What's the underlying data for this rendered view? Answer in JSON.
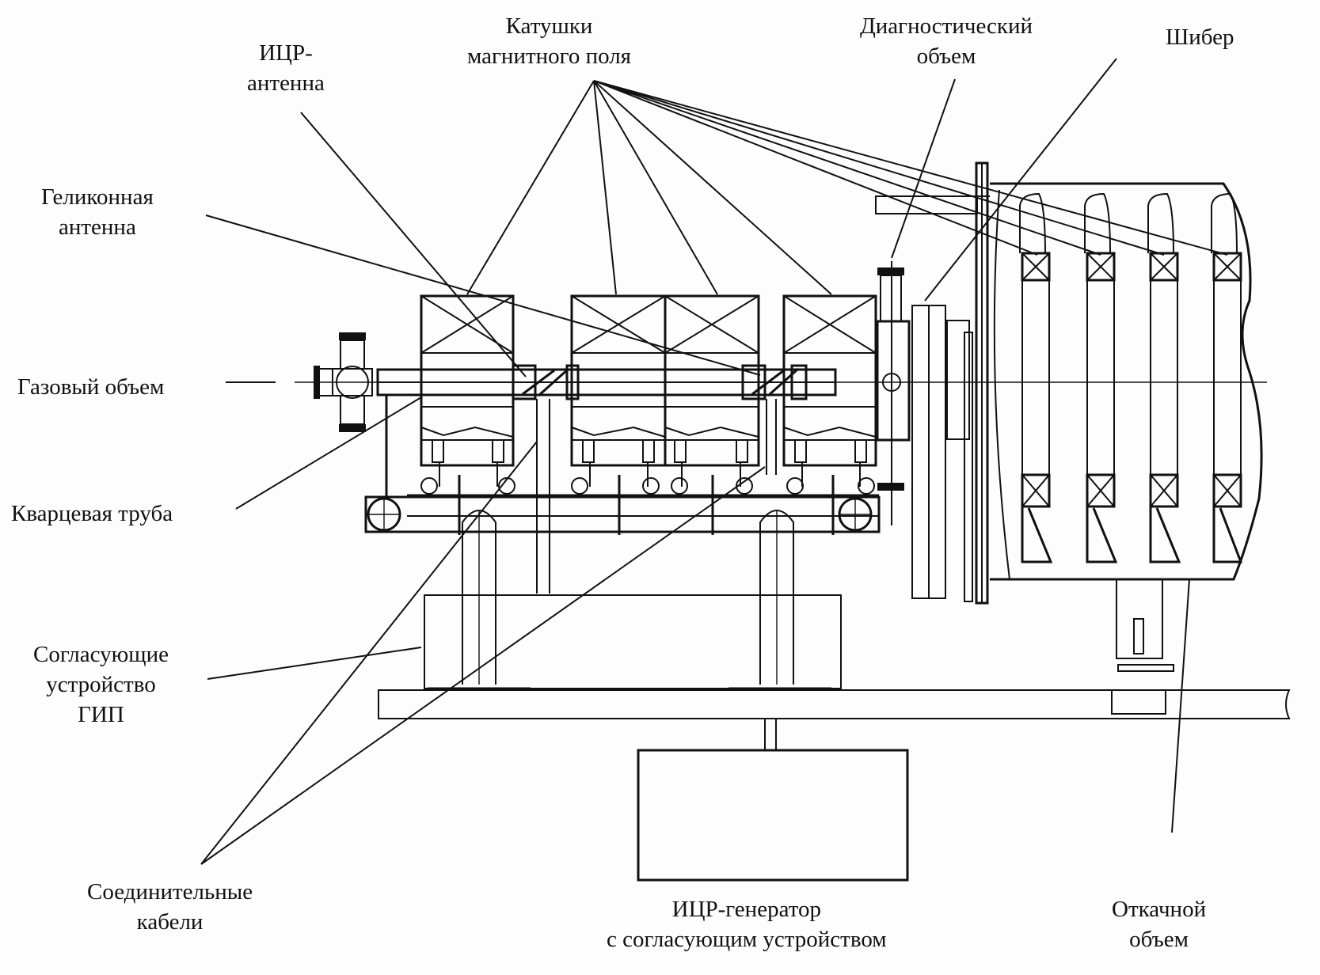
{
  "diagram": {
    "labels": {
      "coils": [
        "Катушки",
        "магнитного поля"
      ],
      "icr_antenna": [
        "ИЦР-",
        "антенна"
      ],
      "diagnostic_volume": [
        "Диагностический",
        "объем"
      ],
      "gate_valve": [
        "Шибер"
      ],
      "helicon_antenna": [
        "Геликонная",
        "антенна"
      ],
      "gas_volume": [
        "Газовый объем"
      ],
      "quartz_tube": [
        "Кварцевая труба"
      ],
      "matching_device": [
        "Согласующие",
        "устройство",
        "ГИП"
      ],
      "cables": [
        "Соединительные",
        "кабели"
      ],
      "icr_generator": [
        "ИЦР-генератор",
        "с согласующим устройством"
      ],
      "pumping_volume": [
        "Откачной",
        "объем"
      ]
    },
    "colors": {
      "line": "#111111",
      "background": "#fdfdfd"
    }
  }
}
